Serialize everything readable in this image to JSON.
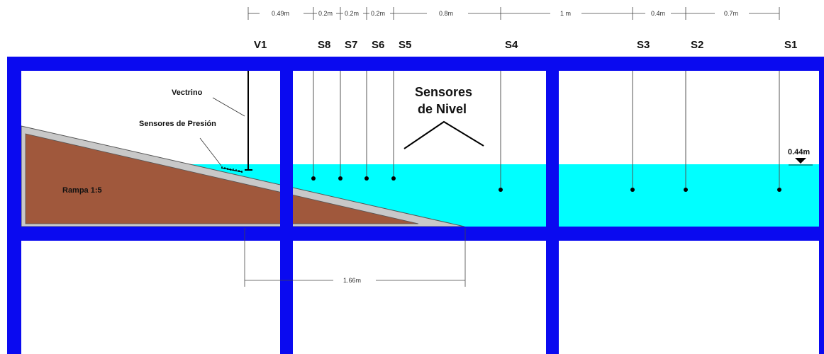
{
  "colors": {
    "frame": "#0a0af0",
    "water": "#00ffff",
    "ramp": "#a0583c",
    "ramp_edge": "#c8c8c8"
  },
  "dimensions_top": [
    {
      "label": "0.49m"
    },
    {
      "label": "0.2m"
    },
    {
      "label": "0.2m"
    },
    {
      "label": "0.2m"
    },
    {
      "label": "0.8m"
    },
    {
      "label": "1 m"
    },
    {
      "label": "0.4m"
    },
    {
      "label": "0.7m"
    }
  ],
  "dimension_bottom": {
    "label": "1.66m"
  },
  "sensors": [
    {
      "id": "V1"
    },
    {
      "id": "S8"
    },
    {
      "id": "S7"
    },
    {
      "id": "S6"
    },
    {
      "id": "S5"
    },
    {
      "id": "S4"
    },
    {
      "id": "S3"
    },
    {
      "id": "S2"
    },
    {
      "id": "S1"
    }
  ],
  "labels": {
    "vectrino": "Vectrino",
    "pressure_sensors": "Sensores de Presión",
    "level_sensors_line1": "Sensores",
    "level_sensors_line2": "de Nivel",
    "ramp": "Rampa 1:5",
    "water_depth": "0.44m"
  },
  "icons": {
    "water_level_marker": "down-triangle-icon"
  }
}
